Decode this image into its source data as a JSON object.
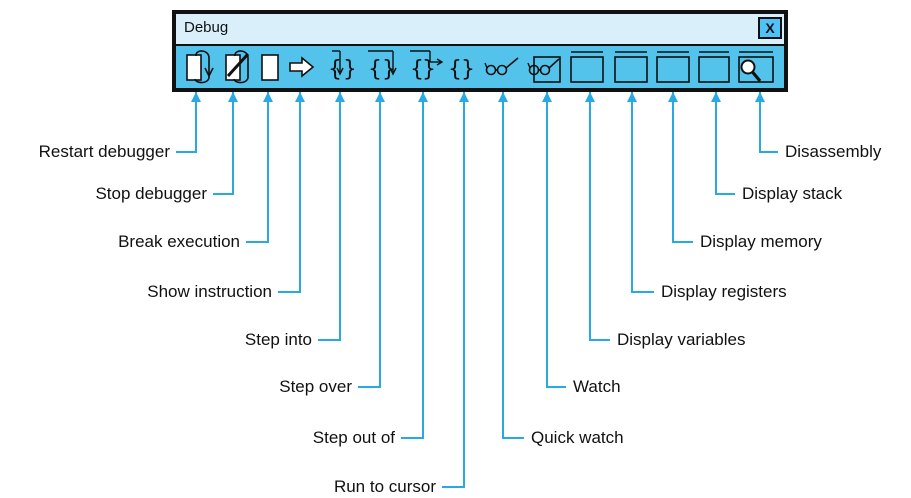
{
  "window": {
    "title": "Debug",
    "close_label": "X"
  },
  "colors": {
    "toolbar": "#54c3ec",
    "titlebar": "#d9f0fb",
    "close_button": "#4fc3f7",
    "leader_lines": "#29a9e1"
  },
  "tools": [
    {
      "id": "restart",
      "label": "Restart debugger",
      "icon": "restart-debugger-icon"
    },
    {
      "id": "stop",
      "label": "Stop debugger",
      "icon": "stop-debugger-icon"
    },
    {
      "id": "break",
      "label": "Break execution",
      "icon": "break-execution-icon"
    },
    {
      "id": "show-instruction",
      "label": "Show instruction",
      "icon": "show-instruction-icon"
    },
    {
      "id": "step-into",
      "label": "Step into",
      "icon": "step-into-icon"
    },
    {
      "id": "step-over",
      "label": "Step over",
      "icon": "step-over-icon"
    },
    {
      "id": "step-out",
      "label": "Step out of",
      "icon": "step-out-icon"
    },
    {
      "id": "run-to-cursor",
      "label": "Run to cursor",
      "icon": "run-to-cursor-icon"
    },
    {
      "id": "quick-watch",
      "label": "Quick watch",
      "icon": "quick-watch-icon"
    },
    {
      "id": "watch",
      "label": "Watch",
      "icon": "watch-icon"
    },
    {
      "id": "display-variables",
      "label": "Display variables",
      "icon": "display-variables-icon"
    },
    {
      "id": "display-registers",
      "label": "Display registers",
      "icon": "display-registers-icon"
    },
    {
      "id": "display-memory",
      "label": "Display memory",
      "icon": "display-memory-icon"
    },
    {
      "id": "display-stack",
      "label": "Display stack",
      "icon": "display-stack-icon"
    },
    {
      "id": "disassembly",
      "label": "Disassembly",
      "icon": "disassembly-icon"
    }
  ]
}
